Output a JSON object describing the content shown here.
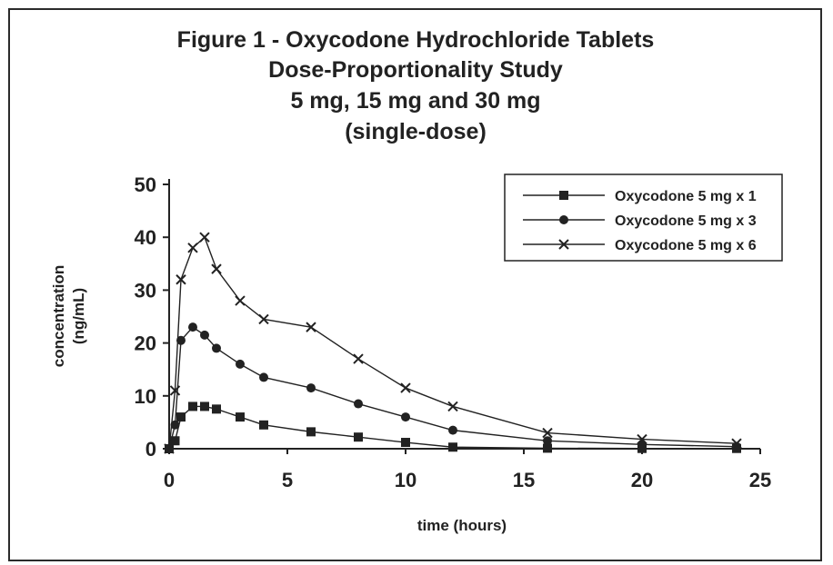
{
  "chart_data": {
    "type": "line",
    "title": [
      "Figure 1 - Oxycodone Hydrochloride Tablets",
      "Dose-Proportionality Study",
      "5 mg, 15 mg and 30 mg",
      "(single-dose)"
    ],
    "xlabel": "time (hours)",
    "ylabel": [
      "concentration",
      "(ng/mL)"
    ],
    "xlim": [
      0,
      25
    ],
    "ylim": [
      0,
      50
    ],
    "xticks": [
      0,
      5,
      10,
      15,
      20,
      25
    ],
    "yticks": [
      0,
      10,
      20,
      30,
      40,
      50
    ],
    "grid": false,
    "legend_position": "top-right",
    "series": [
      {
        "name": "Oxycodone 5 mg x 1",
        "marker": "square",
        "x": [
          0,
          0.25,
          0.5,
          1,
          1.5,
          2,
          3,
          4,
          6,
          8,
          10,
          12,
          16,
          20,
          24
        ],
        "y": [
          0,
          1.5,
          6,
          8,
          8,
          7.5,
          6,
          4.5,
          3.2,
          2.2,
          1.2,
          0.3,
          0.1,
          0.05,
          0.05
        ]
      },
      {
        "name": "Oxycodone 5 mg x 3",
        "marker": "circle",
        "x": [
          0,
          0.25,
          0.5,
          1,
          1.5,
          2,
          3,
          4,
          6,
          8,
          10,
          12,
          16,
          20,
          24
        ],
        "y": [
          0,
          4.5,
          20.5,
          23,
          21.5,
          19,
          16,
          13.5,
          11.5,
          8.5,
          6,
          3.5,
          1.5,
          0.8,
          0.4
        ]
      },
      {
        "name": "Oxycodone 5 mg x 6",
        "marker": "x",
        "x": [
          0,
          0.25,
          0.5,
          1,
          1.5,
          2,
          3,
          4,
          6,
          8,
          10,
          12,
          16,
          20,
          24
        ],
        "y": [
          0,
          11,
          32,
          38,
          40,
          34,
          28,
          24.5,
          23,
          17,
          11.5,
          8,
          3,
          1.8,
          1
        ]
      }
    ]
  }
}
